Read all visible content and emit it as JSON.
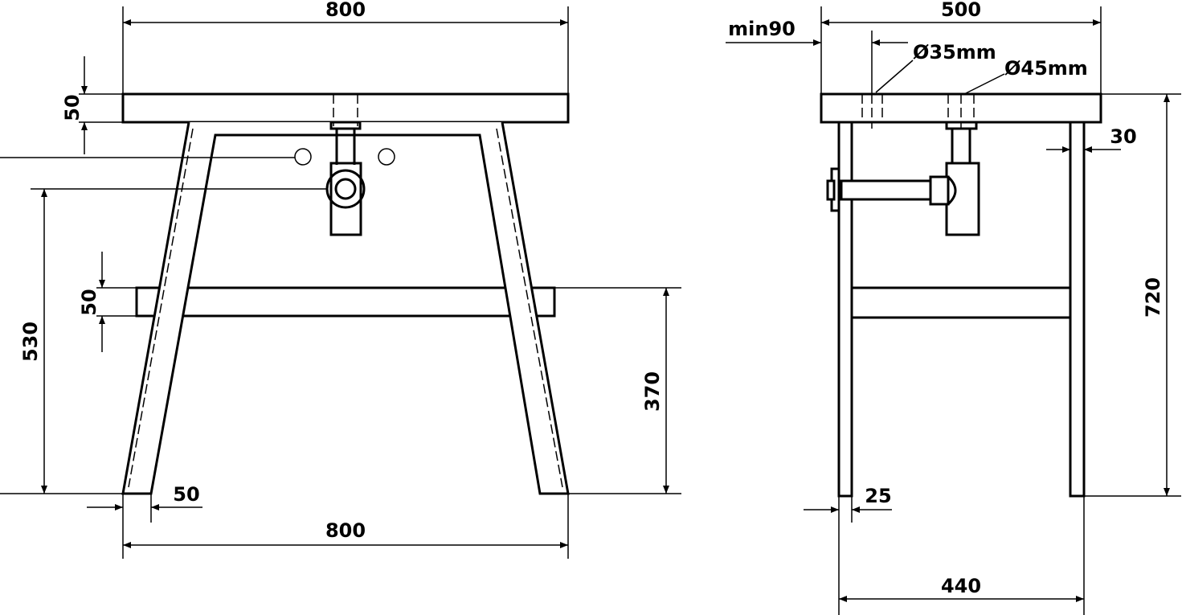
{
  "front_view": {
    "top_width": "800",
    "top_thickness": "50",
    "tap_height": "530",
    "shelf_thickness": "50",
    "shelf_height": "370",
    "leg_width": "50",
    "base_width": "800"
  },
  "side_view": {
    "depth": "500",
    "min_offset": "min90",
    "hole_small": "Ø35mm",
    "hole_large": "Ø45mm",
    "leg_thickness_top": "30",
    "total_height": "720",
    "leg_thickness": "25",
    "base_depth": "440"
  }
}
